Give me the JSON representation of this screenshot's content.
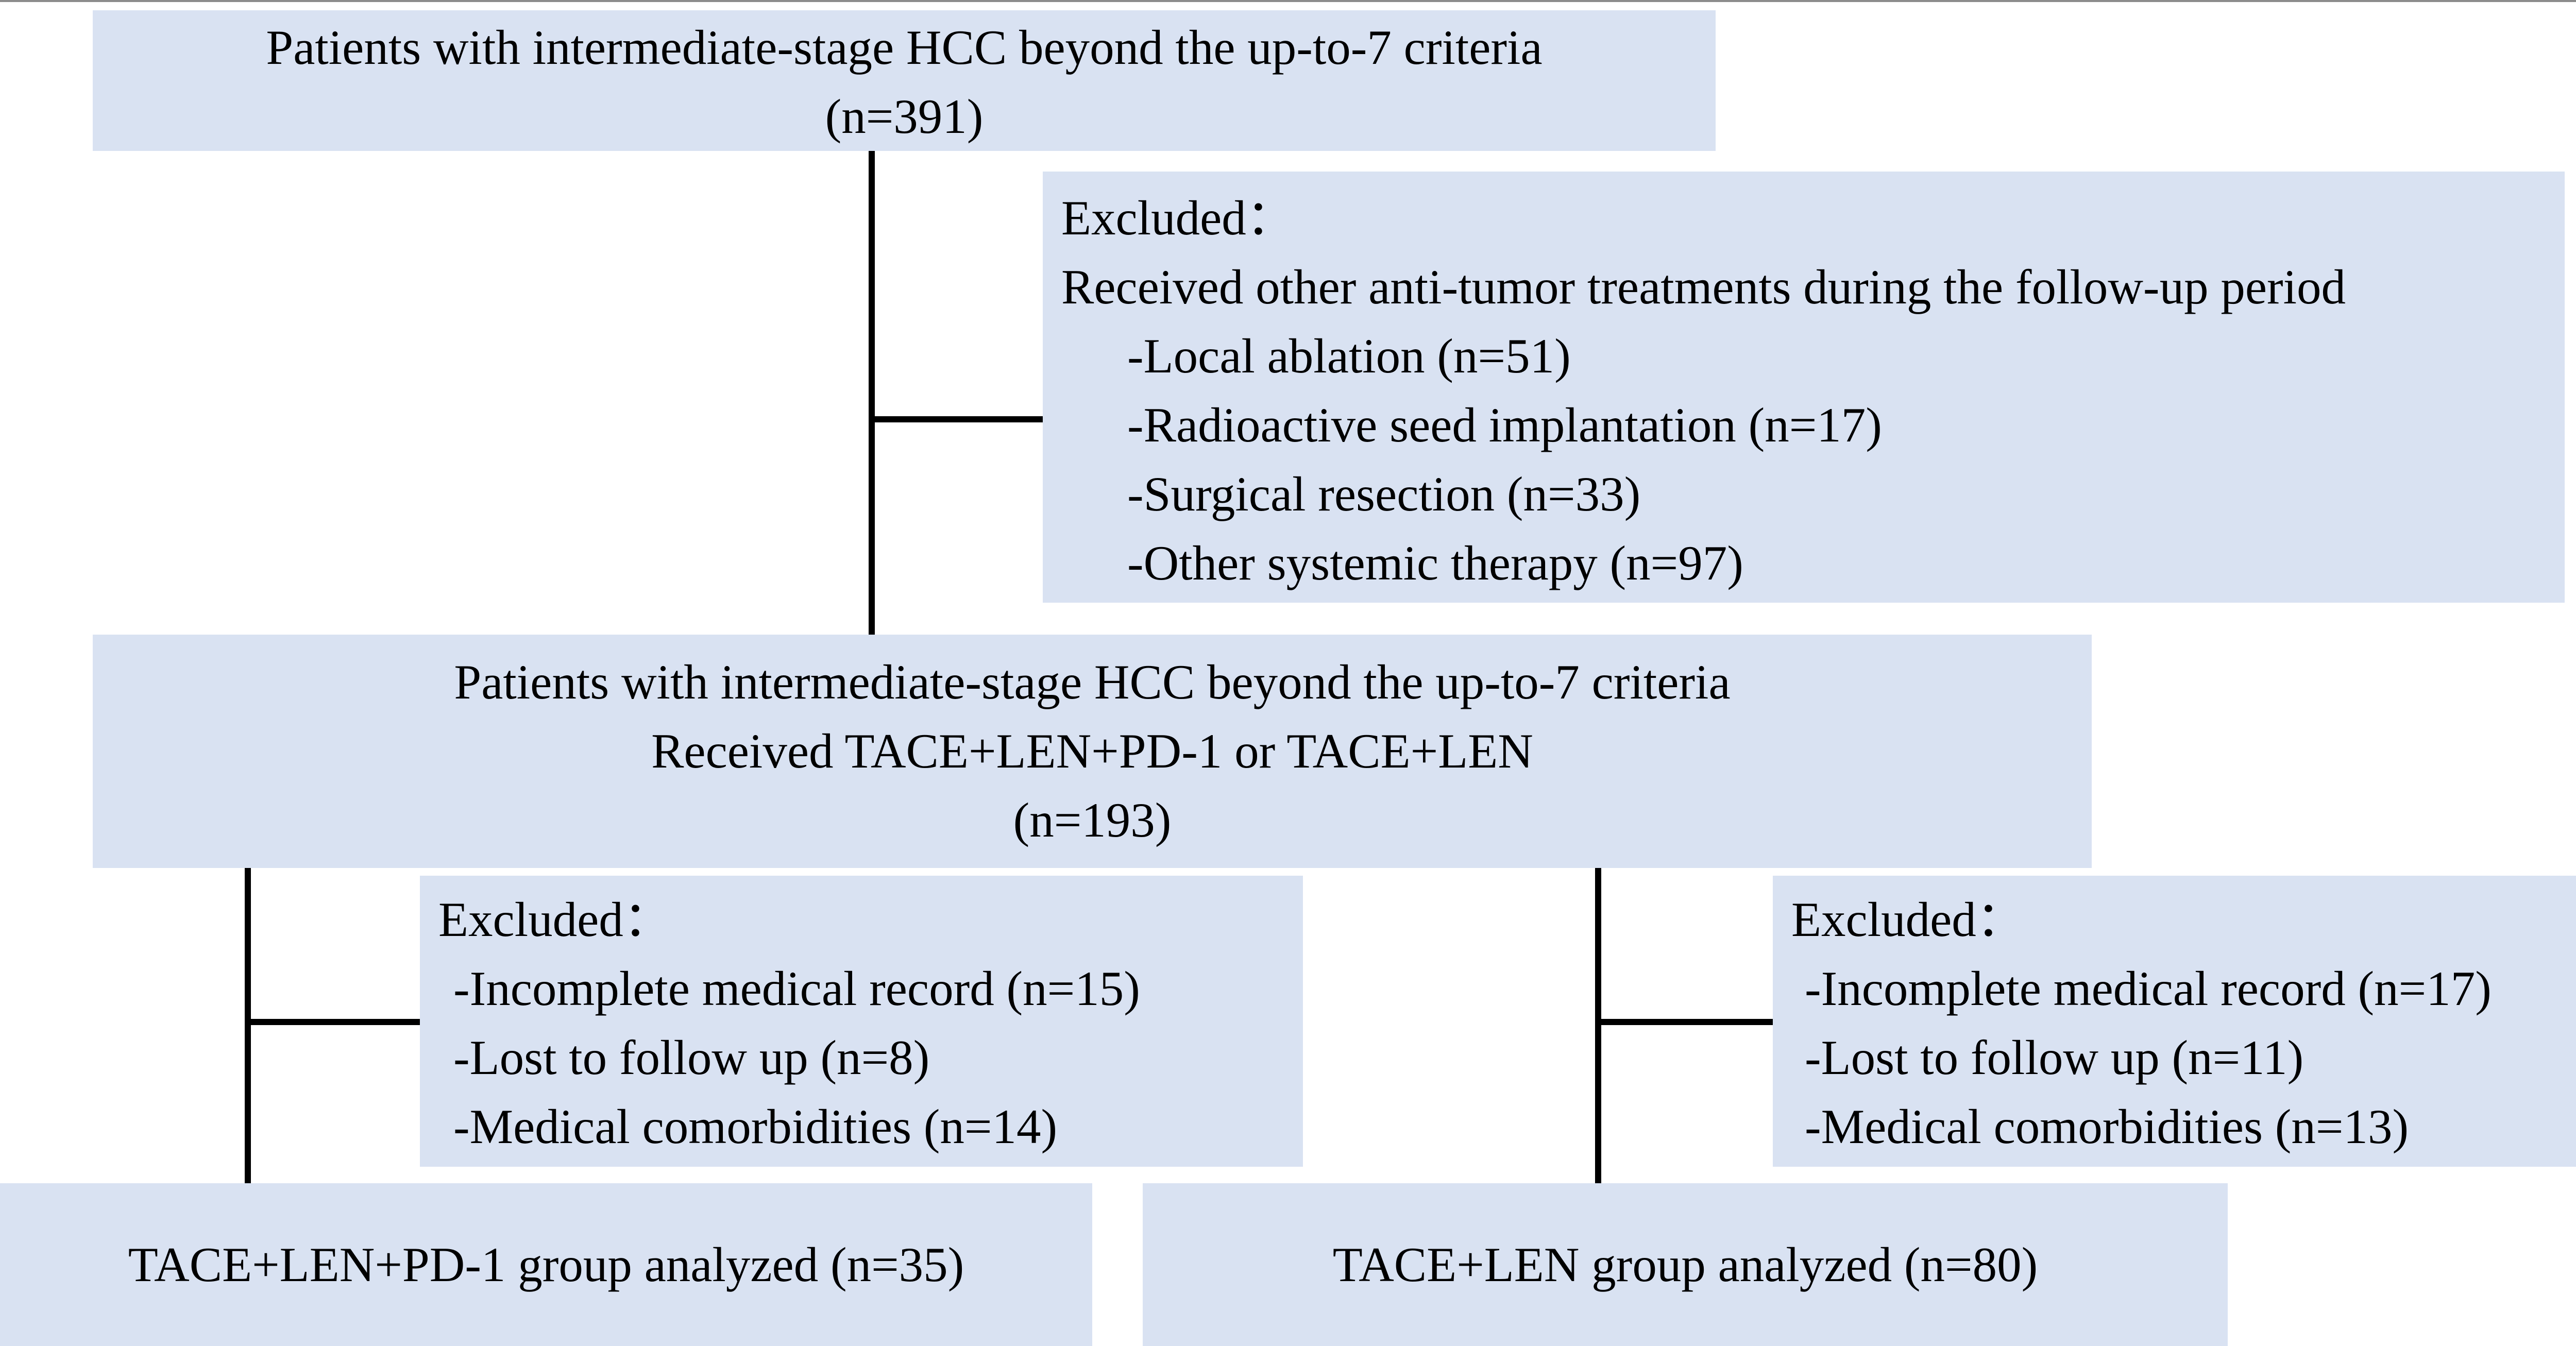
{
  "boxes": {
    "initial": {
      "line1": "Patients with intermediate-stage HCC beyond the up-to-7 criteria",
      "line2": "(n=391)"
    },
    "exclusion_main": {
      "heading": "Excluded：",
      "reason": "Received other anti-tumor treatments during the follow-up period",
      "items": [
        "-Local ablation (n=51)",
        "-Radioactive seed implantation (n=17)",
        "-Surgical resection (n=33)",
        "-Other systemic therapy (n=97)"
      ]
    },
    "treated": {
      "line1": "Patients with intermediate-stage HCC beyond the up-to-7 criteria",
      "line2": "Received TACE+LEN+PD-1 or TACE+LEN",
      "line3": "(n=193)"
    },
    "exclusion_left": {
      "heading": "Excluded：",
      "items": [
        "-Incomplete medical record (n=15)",
        "-Lost to follow up (n=8)",
        "-Medical comorbidities (n=14)"
      ]
    },
    "exclusion_right": {
      "heading": "Excluded：",
      "items": [
        "-Incomplete medical record (n=17)",
        "-Lost to follow up (n=11)",
        "-Medical comorbidities (n=13)"
      ]
    },
    "group_left": {
      "label": "TACE+LEN+PD-1 group analyzed (n=35)"
    },
    "group_right": {
      "label": "TACE+LEN group analyzed (n=80)"
    }
  },
  "colors": {
    "box_fill": "#d9e2f2",
    "connector": "#000000"
  }
}
